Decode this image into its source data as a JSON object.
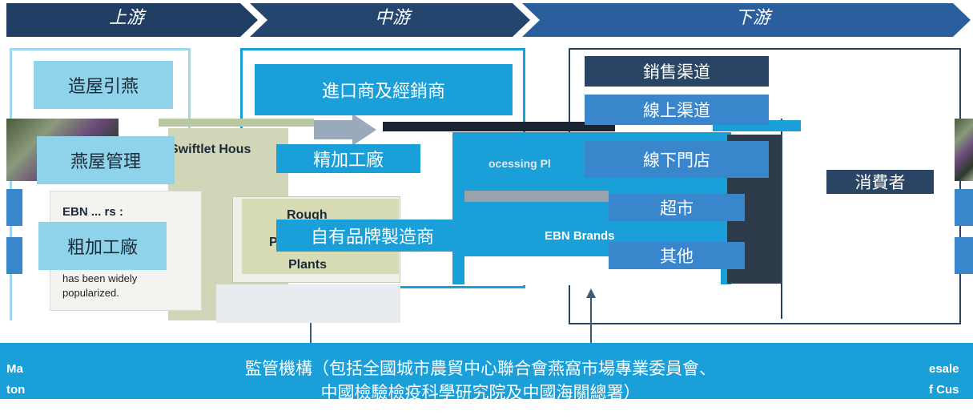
{
  "stages": {
    "upstream": "上游",
    "midstream": "中游",
    "downstream": "下游"
  },
  "upstream": {
    "box1": "造屋引燕",
    "box2": "燕屋管理",
    "box3": "粗加工廠",
    "bg_heading": "Swiftlet Hous",
    "bg_subtext": "EBN ... rs :",
    "bg_desc1": "has been widely",
    "bg_desc2": "popularized.",
    "bg_rough1": "Rough",
    "bg_rough2": "P",
    "bg_plants": "Plants"
  },
  "midstream": {
    "box1": "進口商及經銷商",
    "box2": "精加工廠",
    "box3": "自有品牌製造商",
    "bg_processing": "ocessing Pl",
    "bg_brands": "EBN Brands"
  },
  "downstream": {
    "channel_header": "銷售渠道",
    "online": "線上渠道",
    "offline": "線下門店",
    "supermarket": "超市",
    "other": "其他",
    "consumer": "消費者"
  },
  "bottom": {
    "line1": "監管機構（包括全國城市農貿中心聯合會燕窩市場專業委員會、",
    "line2": "中國檢驗檢疫科學研究院及中國海關總署）",
    "left_frag1": "Ma",
    "left_frag2": "ton",
    "right_frag1": "esale",
    "right_frag2": "f Cus"
  },
  "colors": {
    "stage_arrow": "#1f3f66",
    "blue": "#1a9fd9",
    "light_blue": "#8fd3ea",
    "navy": "#2a4563"
  }
}
